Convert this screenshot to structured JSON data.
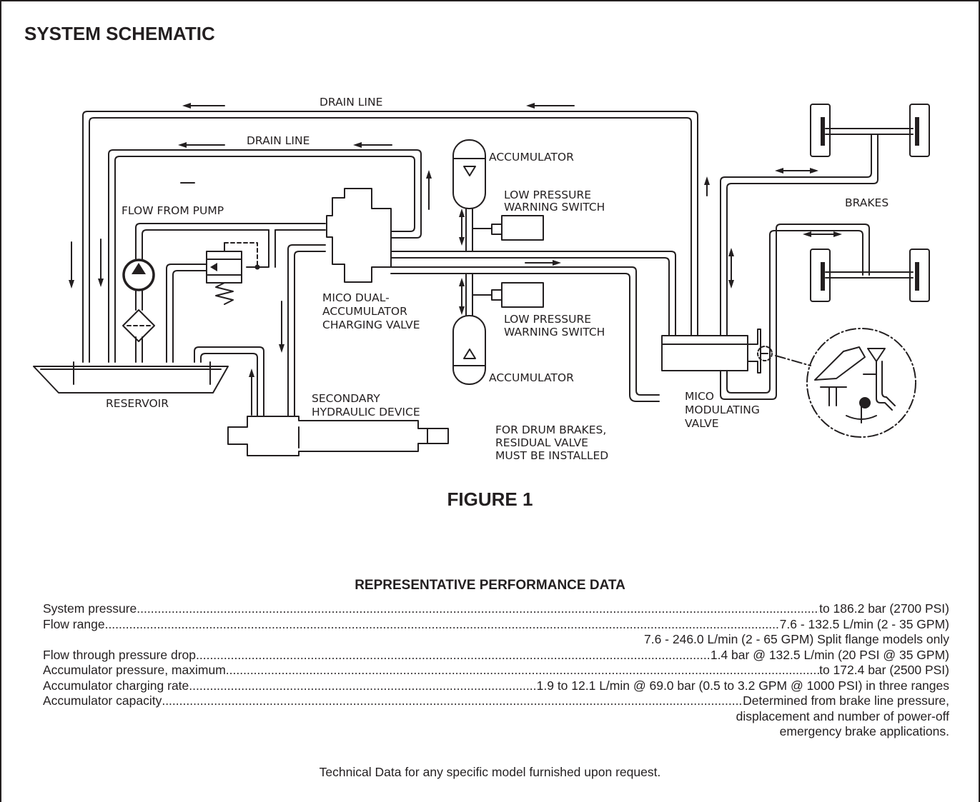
{
  "heading": "SYSTEM SCHEMATIC",
  "diagram": {
    "labels": {
      "drain_line_top": "DRAIN LINE",
      "drain_line_inner": "DRAIN LINE",
      "flow_from_pump": "FLOW FROM PUMP",
      "accumulator_top": "ACCUMULATOR",
      "low_pressure_top": [
        "LOW PRESSURE",
        "WARNING SWITCH"
      ],
      "brakes": "BRAKES",
      "charging_valve": [
        "MICO DUAL-",
        "ACCUMULATOR",
        "CHARGING VALVE"
      ],
      "low_pressure_bottom": [
        "LOW PRESSURE",
        "WARNING SWITCH"
      ],
      "accumulator_bottom": "ACCUMULATOR",
      "reservoir": "RESERVOIR",
      "secondary_device": [
        "SECONDARY",
        "HYDRAULIC DEVICE"
      ],
      "drum_note": [
        "FOR DRUM BRAKES,",
        "RESIDUAL VALVE",
        "MUST BE INSTALLED"
      ],
      "modulating_valve": [
        "MICO",
        "MODULATING",
        "VALVE"
      ]
    }
  },
  "figure_caption": "FIGURE 1",
  "performance": {
    "title": "REPRESENTATIVE PERFORMANCE DATA",
    "rows": [
      {
        "label": "System pressure",
        "value": "to 186.2 bar (2700 PSI)"
      },
      {
        "label": "Flow range",
        "value": "7.6 - 132.5 L/min (2 - 35 GPM)"
      },
      {
        "label": "Flow through pressure drop",
        "value": "1.4 bar @ 132.5 L/min (20 PSI @ 35 GPM)"
      },
      {
        "label": "Accumulator pressure, maximum",
        "value": "to 172.4 bar (2500 PSI)"
      },
      {
        "label": "Accumulator charging rate",
        "value": "1.9 to 12.1 L/min @ 69.0 bar (0.5 to 3.2 GPM @ 1000 PSI) in three ranges"
      },
      {
        "label": "Accumulator capacity",
        "value": "Determined from brake line pressure,"
      }
    ],
    "flow_range_extra": "7.6 - 246.0 L/min (2 - 65 GPM) Split flange models only",
    "capacity_extra": [
      "displacement and number of power-off",
      "emergency brake applications."
    ],
    "footnote": "Technical Data for any specific model furnished upon request."
  }
}
